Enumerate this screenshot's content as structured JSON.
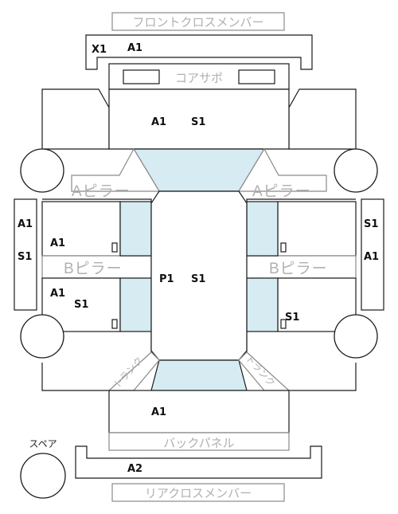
{
  "labels": {
    "front_cross_member": "フロントクロスメンバー",
    "core_support": "コアサポ",
    "a_pillar_left": "Aピラー",
    "a_pillar_right": "Aピラー",
    "b_pillar_left": "Bピラー",
    "b_pillar_right": "Bピラー",
    "trunk_left": "トランク",
    "trunk_right": "トランク",
    "back_panel": "バックパネル",
    "rear_cross_member": "リアクロスメンバー",
    "spare": "スペア"
  },
  "codes": {
    "front_member_x": "X1",
    "front_member_a": "A1",
    "hood_a": "A1",
    "hood_s": "S1",
    "left_side_a": "A1",
    "left_side_s": "S1",
    "right_side_s": "S1",
    "right_side_a": "A1",
    "front_left_door": "A1",
    "rear_left_door_a": "A1",
    "rear_left_door_s": "S1",
    "roof_p": "P1",
    "roof_s": "S1",
    "rear_right_door": "S1",
    "trunk_lid": "A1",
    "rear_member": "A2"
  },
  "colors": {
    "glass": "#d6ebf2",
    "outline": "#1a1a1a",
    "label_gray": "#b0b0b0"
  }
}
